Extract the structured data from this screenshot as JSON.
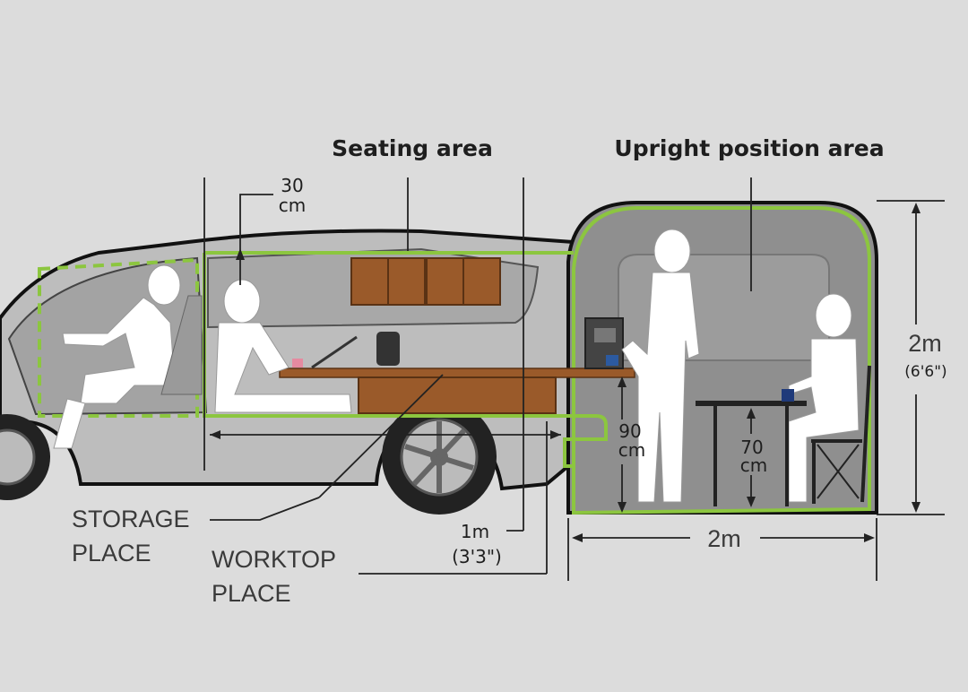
{
  "headings": {
    "seating": "Seating area",
    "upright": "Upright position area"
  },
  "labels": {
    "storage_1": "STORAGE",
    "storage_2": "PLACE",
    "worktop_1": "WORKTOP",
    "worktop_2": "PLACE"
  },
  "dimensions": {
    "head_clearance_value": "30",
    "head_clearance_unit": "cm",
    "worktop_height_value": "90",
    "worktop_height_unit": "cm",
    "table_height_value": "70",
    "table_height_unit": "cm",
    "seating_length": "1m",
    "seating_length_imperial": "(3'3\")",
    "tent_width": "2m",
    "tent_height": "2m",
    "tent_height_imperial": "(6'6\")"
  },
  "colors": {
    "background": "#dcdcdc",
    "outline_green": "#8cc63f",
    "cabinet_brown": "#9a5a2a",
    "car_body": "#bdbdbd",
    "tent_fill": "#8f8f8f"
  }
}
